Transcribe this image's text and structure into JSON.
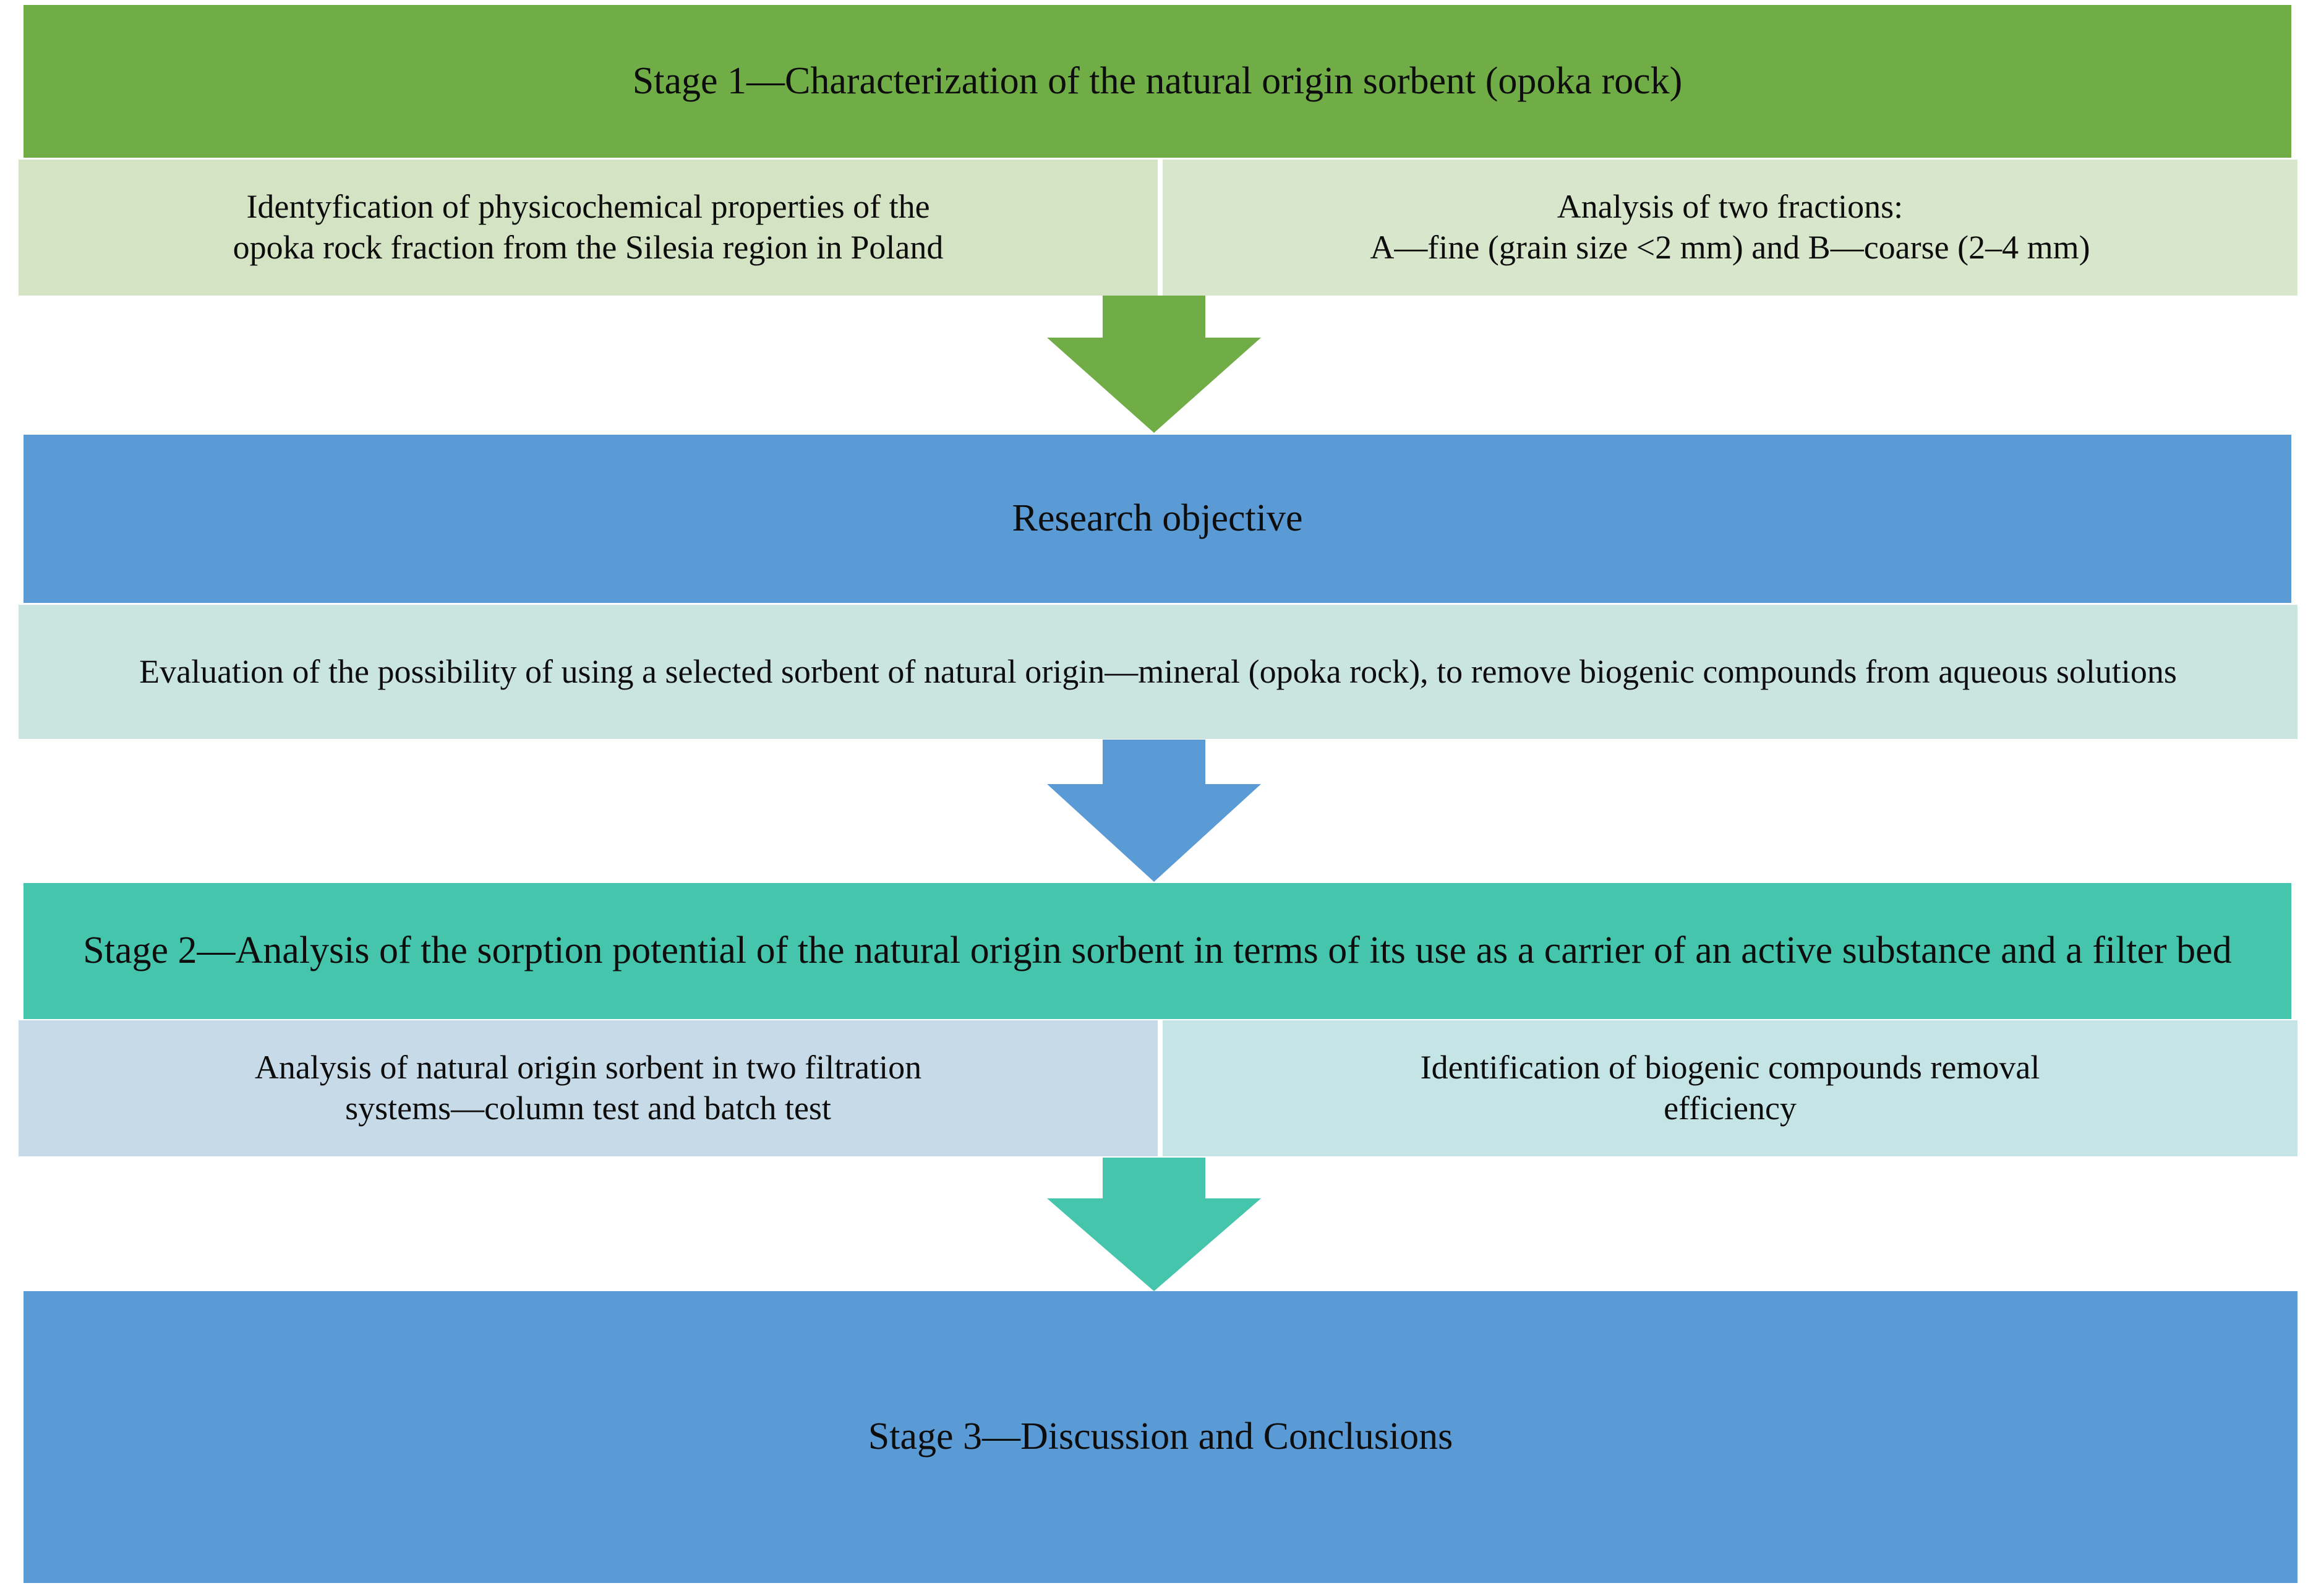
{
  "figure": {
    "type": "process-flow-diagram",
    "orientation": "vertical",
    "background": "#ffffff"
  },
  "colors": {
    "stage1_header": "#70AD47",
    "stage1_sub_left": "#D4E3C3",
    "stage1_sub_right": "#D8E7CB",
    "objective_header": "#5B9BD5",
    "objective_body": "#CAE5DF",
    "stage2_header": "#44C5AC",
    "stage2_sub_left": "#C7DAE8",
    "stage2_sub_right": "#C5E4E6",
    "stage3_box": "#5B9BD5",
    "arrow1": "#70AD47",
    "arrow2": "#5B9BD5",
    "arrow3": "#44C5AC",
    "text": "#0d0d0d"
  },
  "stage1": {
    "header": "Stage 1—Characterization of the natural origin sorbent (opoka rock)",
    "left_cell": "Identyfication of physicochemical properties of the\nopoka rock fraction from the Silesia region in Poland",
    "right_cell": "Analysis of two fractions:\nA—fine (grain size <2 mm) and B—coarse (2–4 mm)"
  },
  "arrow1": {
    "label": "down-arrow-green"
  },
  "objective": {
    "header": "Research  objective",
    "body": "Evaluation of the possibility of using a selected sorbent of natural origin—mineral (opoka rock), to remove biogenic compounds from aqueous solutions"
  },
  "arrow2": {
    "label": "down-arrow-blue"
  },
  "stage2": {
    "header": "Stage 2—Analysis of the sorption potential of the natural origin sorbent in terms of its use as a carrier of an active substance and a filter bed",
    "left_cell": "Analysis of natural origin sorbent in two filtration\nsystems—column test and batch test",
    "right_cell": "Identification of biogenic compounds removal\nefficiency"
  },
  "arrow3": {
    "label": "down-arrow-teal"
  },
  "stage3": {
    "header": "Stage 3—Discussion and Conclusions"
  }
}
